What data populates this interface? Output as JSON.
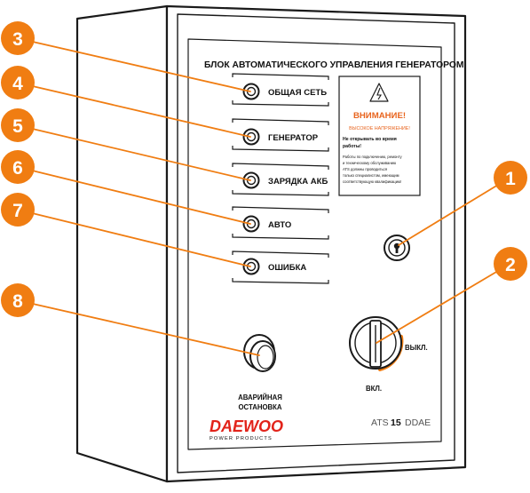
{
  "panel": {
    "title": "БЛОК АВТОМАТИЧЕСКОГО УПРАВЛЕНИЯ ГЕНЕРАТОРОМ",
    "indicators": [
      "ОБЩАЯ СЕТЬ",
      "ГЕНЕРАТОР",
      "ЗАРЯДКА АКБ",
      "АВТО",
      "ОШИБКА"
    ],
    "emergency_label_line1": "АВАРИЙНАЯ",
    "emergency_label_line2": "ОСТАНОВКА",
    "switch_off_label": "ВЫКЛ.",
    "switch_on_label": "ВКЛ.",
    "model_prefix": "ATS",
    "model_number": "15",
    "model_suffix": "DDAE"
  },
  "warning": {
    "title": "ВНИМАНИЕ!",
    "subtitle": "ВЫСОКОЕ НАПРЯЖЕНИЕ!",
    "line1": "Не открывать во время",
    "line2": "работы!",
    "body1": "Работы по подключению, ремонту",
    "body2": "и техническому обслуживанию",
    "body3": "ATS должны проводиться",
    "body4": "только специалистом, имеющим",
    "body5": "соответствующую квалификацию!"
  },
  "brand": {
    "name": "DAEWOO",
    "tagline": "POWER PRODUCTS"
  },
  "callouts": [
    "1",
    "2",
    "3",
    "4",
    "5",
    "6",
    "7",
    "8"
  ],
  "colors": {
    "callout": "#f07d12",
    "warning_accent": "#e8641e",
    "brand": "#e2231a",
    "outline": "#1a1a1a"
  }
}
